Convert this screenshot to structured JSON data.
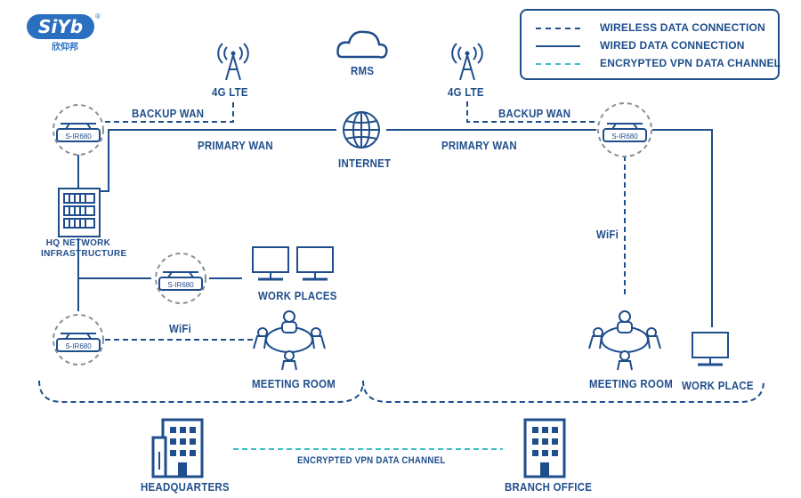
{
  "brand": {
    "logo_text": "SiYb",
    "logo_subtext": "欣仰邦",
    "registered": "®"
  },
  "legend": {
    "wireless": "WIRELESS DATA CONNECTION",
    "wired": "WIRED DATA CONNECTION",
    "vpn": "ENCRYPTED VPN DATA CHANNEL"
  },
  "colors": {
    "primary": "#1f4e8c",
    "dashed_circle": "#8a8f99",
    "vpn": "#3cc0c8"
  },
  "labels": {
    "rms": "RMS",
    "internet": "INTERNET",
    "lte_left": "4G LTE",
    "lte_right": "4G LTE",
    "backup_wan_left": "BACKUP WAN",
    "backup_wan_right": "BACKUP WAN",
    "primary_wan_left": "PRIMARY WAN",
    "primary_wan_right": "PRIMARY WAN",
    "hq_infra_line1": "HQ NETWORK",
    "hq_infra_line2": "INFRASTRUCTURE",
    "work_places": "WORK PLACES",
    "wifi_left": "WiFi",
    "wifi_right": "WiFi",
    "meeting_room_left": "MEETING ROOM",
    "meeting_room_right": "MEETING ROOM",
    "work_place": "WORK PLACE",
    "headquarters": "HEADQUARTERS",
    "branch_office": "BRANCH OFFICE",
    "vpn_channel": "ENCRYPTED VPN DATA CHANNEL"
  },
  "router_model": "S-IR680",
  "icons": [
    "cloud-icon",
    "globe-icon",
    "cell-tower-icon",
    "router-icon",
    "server-rack-icon",
    "monitor-icon",
    "meeting-table-icon",
    "building-icon"
  ]
}
